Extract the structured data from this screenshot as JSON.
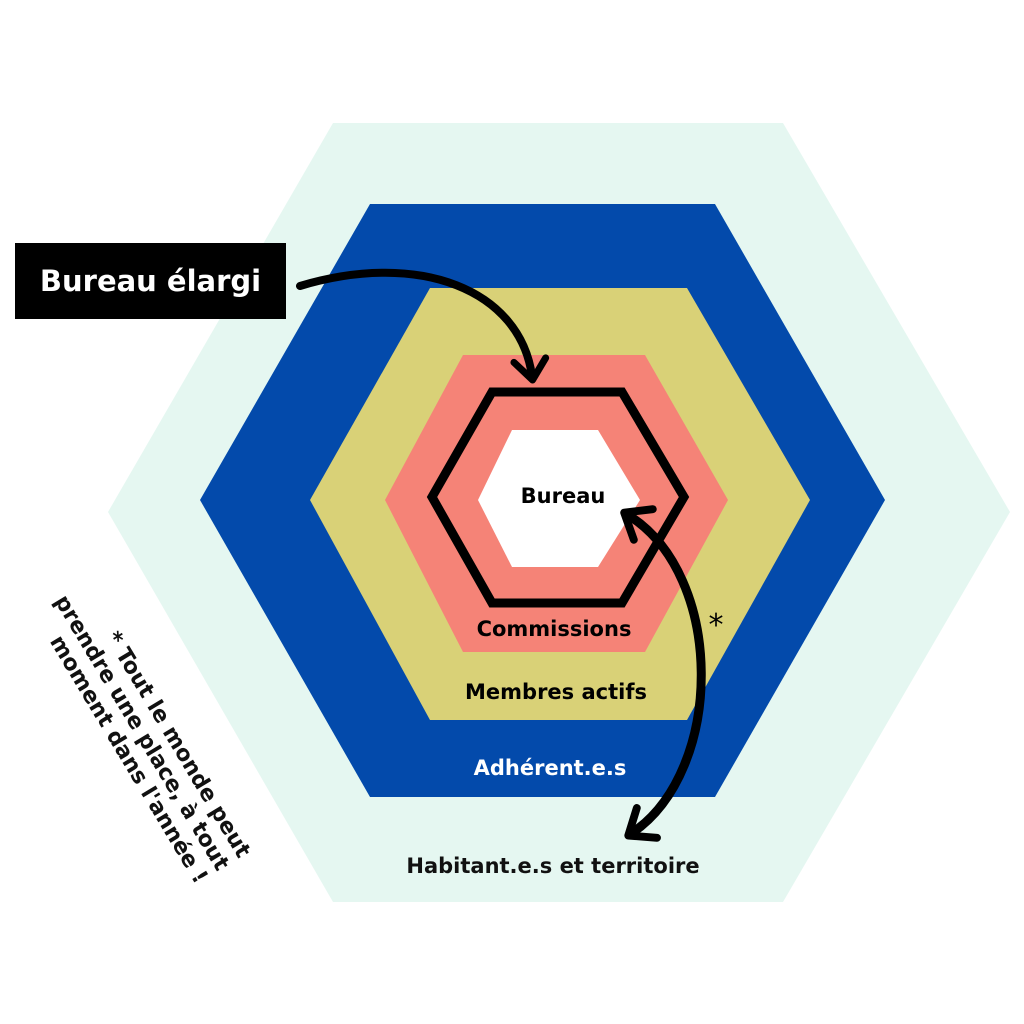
{
  "labels": {
    "bureau": "Bureau",
    "commissions": "Commissions",
    "membres_actifs": "Membres actifs",
    "adherents": "Adhérent.e.s",
    "habitants": "Habitant.e.s et territoire"
  },
  "callout": "Bureau élargi",
  "asterisk": "*",
  "note": {
    "lines": [
      "* Tout le monde peut",
      "prendre une place, à tout",
      "moment dans l'année !"
    ]
  },
  "colors": {
    "habitants": "#e5f7f1",
    "adherents": "#034aab",
    "membres_actifs": "#d9d177",
    "commissions": "#f58377",
    "bureau": "#ffffff",
    "outline": "#000000"
  }
}
